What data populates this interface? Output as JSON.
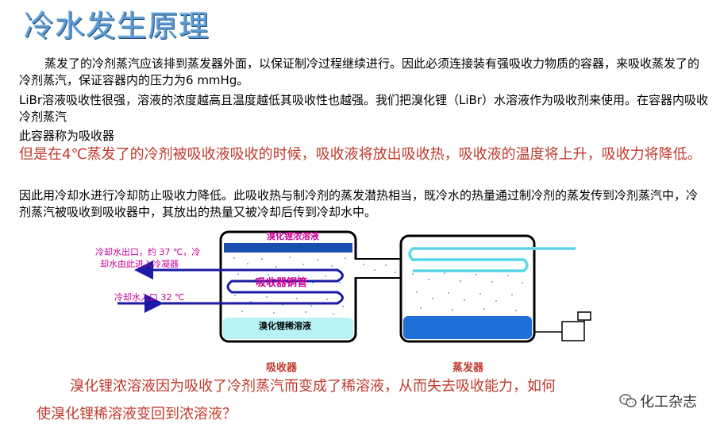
{
  "title": "冷水发生原理",
  "paragraphs": {
    "p1": "蒸发了的冷剂蒸汽应该排到蒸发器外面，以保证制冷过程继续进行。因此必须连接装有强吸收力物质的容器，来吸收蒸发了的冷剂蒸汽，保证容器内的压力为6 mmHg。",
    "p2": "LiBr溶液吸收性很强，溶液的浓度越高且温度越低其吸收性也越强。我们把溴化锂（LiBr）水溶液作为吸收剂来使用。在容器内吸收冷剂蒸汽",
    "p3": "此容器称为吸收器",
    "p4": "但是在4℃蒸发了的冷剂被吸收液吸收的时候，吸收液将放出吸收热，吸收液的温度将上升，吸收力将降低。",
    "p5": "因此用冷却水进行冷却防止吸收力降低。此吸收热与制冷剂的蒸发潜热相当，既冷水的热量通过制冷剂的蒸发传到冷剂蒸汽中，冷剂蒸汽被吸收到吸收器中，其放出的热量又被冷却后传到冷却水中。"
  },
  "diagram": {
    "absorber_label": "吸收器",
    "evaporator_label": "蒸发器",
    "concentrated_solution": "溴化锂浓溶液",
    "absorber_tube": "吸收器铜管",
    "dilute_solution": "溴化锂稀溶液",
    "cooling_water_out_1": "冷却水出口，约 37 ℃，冷",
    "cooling_water_out_2": "却水由此进入冷凝器",
    "cooling_water_in": "冷却水入口 32 ℃"
  },
  "bottom_text": {
    "line1": "溴化锂浓溶液因为吸收了冷剂蒸汽而变成了稀溶液，从而失去吸收能力，如何",
    "line2": "使溴化锂稀溶液变回到浓溶液？"
  },
  "watermark": "化工杂志",
  "colors": {
    "title": "#5b9bd5",
    "red_text": "#c0392b",
    "pipe_blue": "#1a1aa6",
    "dilute_fill": "#b8f2f5",
    "evaporator_water": "#1f6fd6",
    "label_magenta": "#cc0099"
  }
}
